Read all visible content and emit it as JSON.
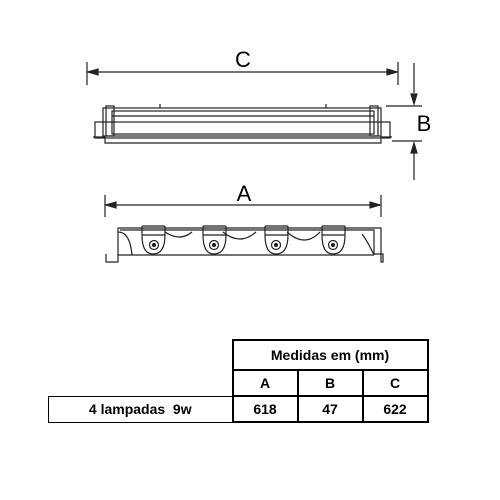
{
  "drawing": {
    "dimension_labels": {
      "c": "C",
      "b": "B",
      "a": "A"
    }
  },
  "table": {
    "title": "Medidas em (mm)",
    "column_headers": [
      "A",
      "B",
      "C"
    ],
    "rows": [
      {
        "label": "4 lampadas  9w",
        "values": [
          "618",
          "47",
          "622"
        ]
      }
    ]
  }
}
